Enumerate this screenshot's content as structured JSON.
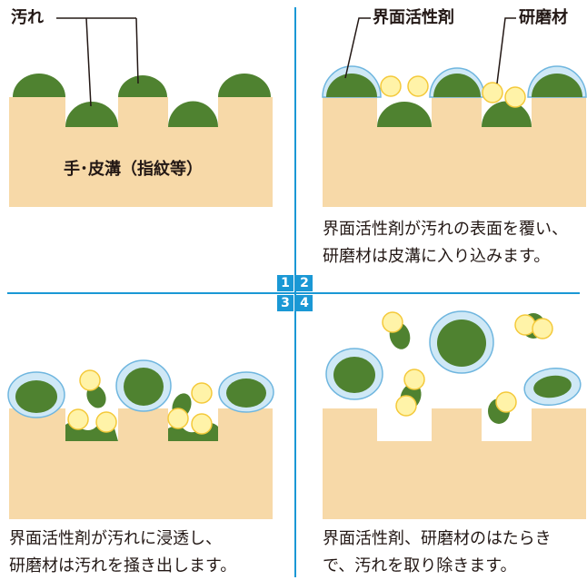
{
  "colors": {
    "skin": "#f7d9a8",
    "dirt": "#4f8230",
    "surfactant_fill": "#cfe8f6",
    "surfactant_edge": "#6fb6df",
    "abrasive_fill": "#fff3a8",
    "abrasive_edge": "#f4c93a",
    "divider": "#1a98d5"
  },
  "labels": {
    "dirt": "汚れ",
    "surfactant": "界面活性剤",
    "abrasive": "研磨材",
    "skin_groove": "手･皮溝（指紋等）"
  },
  "panel_numbers": [
    "1",
    "2",
    "3",
    "4"
  ],
  "captions": {
    "panel2": "界面活性剤が汚れの表面を覆い、\n研磨材は皮溝に入り込みます。",
    "panel3": "界面活性剤が汚れに浸透し、\n研磨材は汚れを掻き出します。",
    "panel4": "界面活性剤、研磨材のはたらき\nで、汚れを取り除きます。"
  }
}
